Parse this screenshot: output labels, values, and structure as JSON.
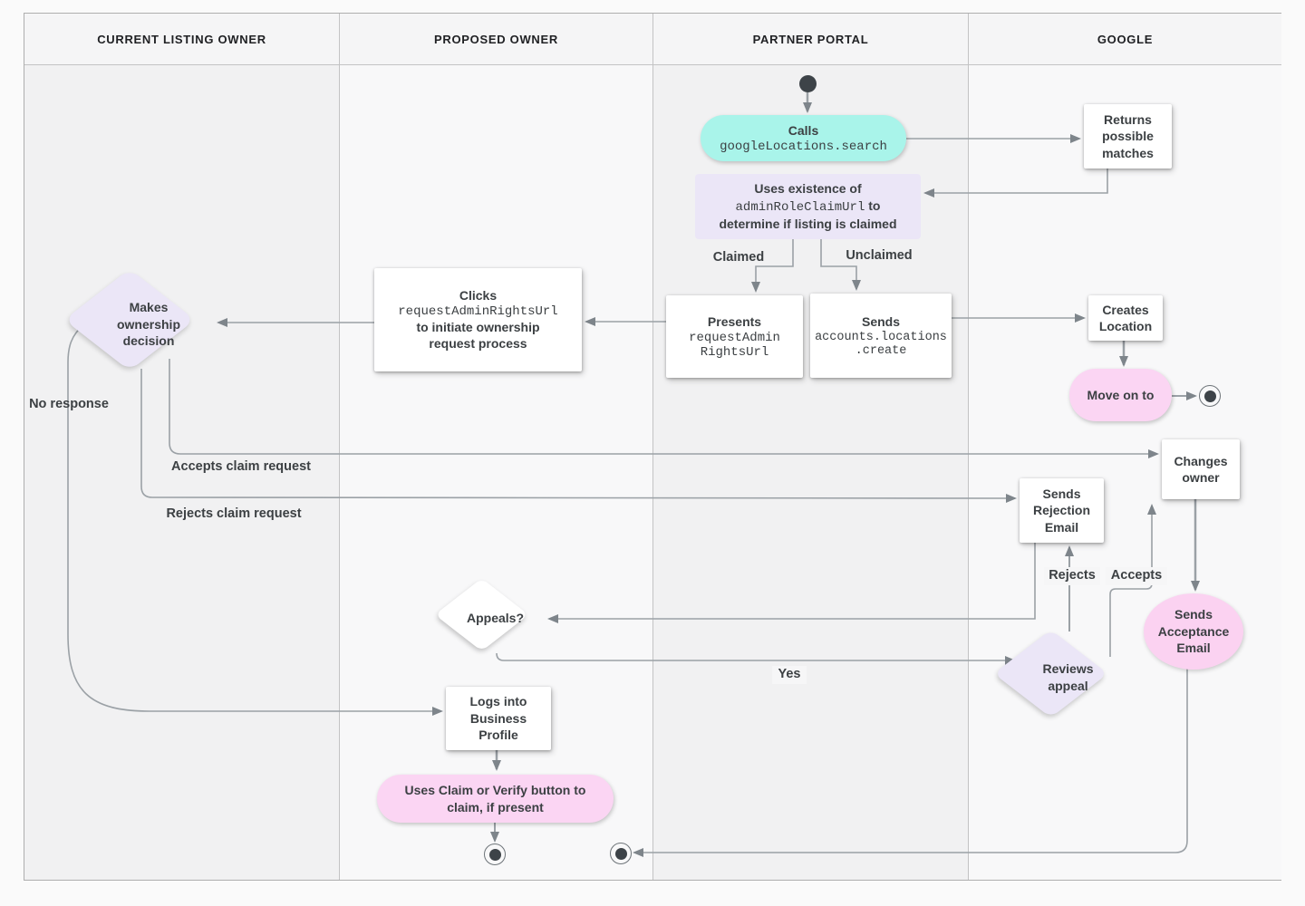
{
  "diagram": {
    "lanes": [
      {
        "label": "CURRENT LISTING OWNER"
      },
      {
        "label": "PROPOSED OWNER"
      },
      {
        "label": "PARTNER PORTAL"
      },
      {
        "label": "GOOGLE"
      }
    ],
    "nodes": {
      "start": {
        "name": "start-node"
      },
      "calls": {
        "title": "Calls",
        "code": "googleLocations.search"
      },
      "returns": {
        "text": "Returns possible matches"
      },
      "uses": {
        "line1": "Uses existence of",
        "code": "adminRoleClaimUrl",
        "after_code": " to",
        "line3": "determine if listing is claimed"
      },
      "presents": {
        "title": "Presents",
        "code1": "requestAdmin",
        "code2": "RightsUrl"
      },
      "sends_create": {
        "title": "Sends",
        "code1": "accounts.locations",
        "code2": ".create"
      },
      "creates_location": {
        "text": "Creates Location"
      },
      "move_on": {
        "text": "Move on to"
      },
      "clicks": {
        "title": "Clicks",
        "code": "requestAdminRightsUrl",
        "line3": "to initiate ownership",
        "line4": "request process"
      },
      "makes_decision": {
        "text": "Makes ownership decision"
      },
      "changes_owner": {
        "text": "Changes owner"
      },
      "sends_rejection": {
        "text": "Sends Rejection Email"
      },
      "appeals": {
        "text": "Appeals?"
      },
      "reviews_appeal": {
        "text": "Reviews appeal"
      },
      "sends_acceptance": {
        "text": "Sends Acceptance Email"
      },
      "logs_in": {
        "text": "Logs into Business Profile"
      },
      "uses_claim": {
        "text": "Uses Claim or Verify button to claim, if present"
      }
    },
    "edge_labels": {
      "claimed": "Claimed",
      "unclaimed": "Unclaimed",
      "no_response": "No response",
      "accepts_claim": "Accepts claim request",
      "rejects_claim": "Rejects claim request",
      "rejects": "Rejects",
      "accepts": "Accepts",
      "yes": "Yes"
    },
    "colors": {
      "teal": "#a9f4ea",
      "lavender": "#ebe6f7",
      "pink": "#fbd5f3",
      "line": "#9ba1a6",
      "arrow": "#7e858b",
      "text": "#3c4043"
    }
  }
}
